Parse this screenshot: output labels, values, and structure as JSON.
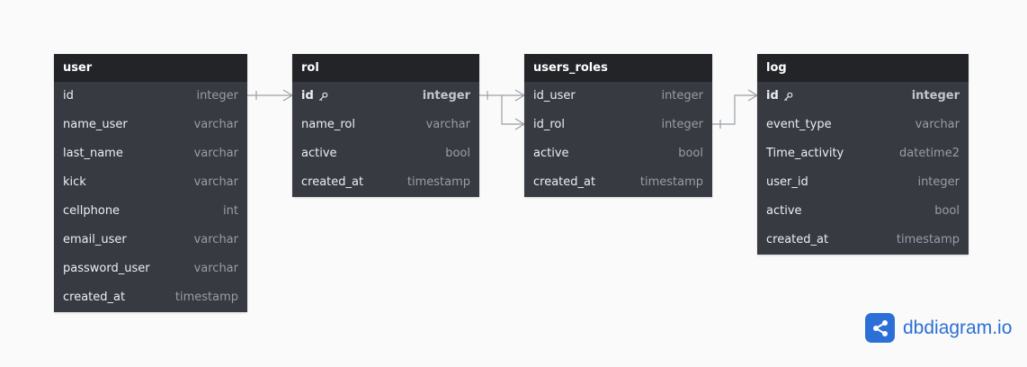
{
  "tables": [
    {
      "name": "user",
      "fields": [
        {
          "name": "id",
          "type": "integer",
          "pk": false
        },
        {
          "name": "name_user",
          "type": "varchar",
          "pk": false
        },
        {
          "name": "last_name",
          "type": "varchar",
          "pk": false
        },
        {
          "name": "kick",
          "type": "varchar",
          "pk": false
        },
        {
          "name": "cellphone",
          "type": "int",
          "pk": false
        },
        {
          "name": "email_user",
          "type": "varchar",
          "pk": false
        },
        {
          "name": "password_user",
          "type": "varchar",
          "pk": false
        },
        {
          "name": "created_at",
          "type": "timestamp",
          "pk": false
        }
      ]
    },
    {
      "name": "rol",
      "fields": [
        {
          "name": "id",
          "type": "integer",
          "pk": true
        },
        {
          "name": "name_rol",
          "type": "varchar",
          "pk": false
        },
        {
          "name": "active",
          "type": "bool",
          "pk": false
        },
        {
          "name": "created_at",
          "type": "timestamp",
          "pk": false
        }
      ]
    },
    {
      "name": "users_roles",
      "fields": [
        {
          "name": "id_user",
          "type": "integer",
          "pk": false
        },
        {
          "name": "id_rol",
          "type": "integer",
          "pk": false
        },
        {
          "name": "active",
          "type": "bool",
          "pk": false
        },
        {
          "name": "created_at",
          "type": "timestamp",
          "pk": false
        }
      ]
    },
    {
      "name": "log",
      "fields": [
        {
          "name": "id",
          "type": "integer",
          "pk": true
        },
        {
          "name": "event_type",
          "type": "varchar",
          "pk": false
        },
        {
          "name": "Time_activity",
          "type": "datetime2",
          "pk": false
        },
        {
          "name": "user_id",
          "type": "integer",
          "pk": false
        },
        {
          "name": "active",
          "type": "bool",
          "pk": false
        },
        {
          "name": "created_at",
          "type": "timestamp",
          "pk": false
        }
      ]
    }
  ],
  "brand": {
    "name": "dbdiagram.io",
    "color": "#2c6fd6"
  },
  "colors": {
    "table_bg": "#383a42",
    "header_bg": "#232428",
    "line": "#9aa0a8"
  }
}
